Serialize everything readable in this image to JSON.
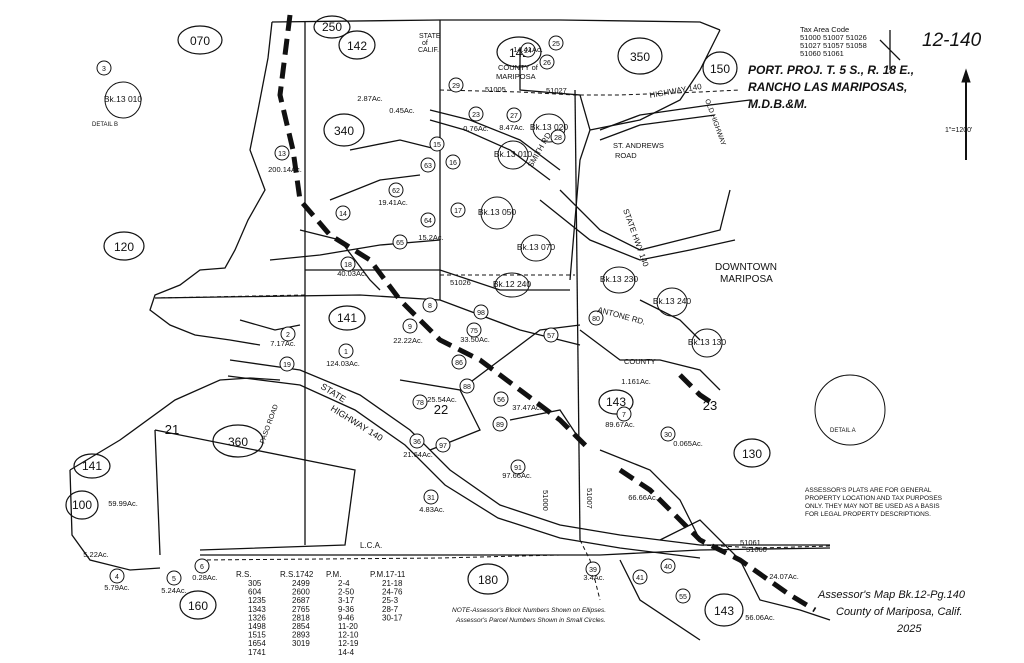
{
  "header": {
    "map_number": "12-140",
    "tax_area_code_label": "Tax Area Code",
    "tax_area_codes": [
      "51000  51007  51026",
      "51027  51057  51058",
      "51060  51061"
    ],
    "title_lines": [
      "PORT. PROJ. T. 5 S., R. 18 E.,",
      "RANCHO LAS MARIPOSAS,",
      "M.D.B.&M."
    ]
  },
  "places": {
    "downtown": [
      "DOWNTOWN",
      "MARIPOSA"
    ],
    "state_route": [
      "STATE",
      "HIGHWAY 140"
    ],
    "state_hwy_label": "STATE HWY 140",
    "hwy140_ne": "HIGHWAY 140",
    "old_hwy": "OLD HIGHWAY",
    "st_andrews": [
      "ST. ANDREWS",
      "ROAD"
    ],
    "smith_rd": "SMITH RD.",
    "antone_rd": "ANTONE RD.",
    "county_mariposa": [
      "COUNTY of",
      "MARIPOSA"
    ],
    "state_calif": [
      "STATE",
      "of",
      "CALIF."
    ],
    "county": "COUNTY",
    "lca": "L.C.A.",
    "paso_road": "PASO ROAD"
  },
  "blocks": [
    "070",
    "250",
    "142",
    "142",
    "350",
    "150",
    "340",
    "120",
    "141",
    "360",
    "141",
    "100",
    "160",
    "180",
    "143",
    "130",
    "143",
    "22",
    "23",
    "21"
  ],
  "block_refs": [
    "Bk.13 010",
    "Bk.13 020",
    "Bk.13 010",
    "Bk.13 050",
    "Bk.13 070",
    "Bk.12 240",
    "Bk.13 230",
    "Bk.13 240",
    "Bk.13 130"
  ],
  "parcels": [
    "1",
    "2",
    "3",
    "4",
    "5",
    "6",
    "7",
    "8",
    "9",
    "13",
    "14",
    "15",
    "16",
    "17",
    "18",
    "19",
    "23",
    "24",
    "25",
    "26",
    "27",
    "28",
    "29",
    "30",
    "31",
    "36",
    "39",
    "40",
    "41",
    "55",
    "56",
    "57",
    "62",
    "63",
    "64",
    "65",
    "75",
    "78",
    "80",
    "86",
    "88",
    "89",
    "91",
    "97",
    "98"
  ],
  "acreages": [
    "124.03Ac.",
    "200.14Ac.",
    "40.03Ac.",
    "33.50Ac.",
    "37.47Ac.",
    "25.54Ac.",
    "22.22Ac.",
    "7.17Ac.",
    "21.64Ac.",
    "97.66Ac.",
    "66.66Ac.",
    "89.67Ac.",
    "56.06Ac.",
    "24.07Ac.",
    "1.161Ac.",
    "3.4Ac.",
    "4.83Ac.",
    "5.22Ac.",
    "5.79Ac.",
    "5.24Ac.",
    "0.28Ac.",
    "59.99Ac.",
    "0.065Ac.",
    "19.41Ac.",
    "14.41Ac.",
    "15.2Ac.",
    "8.47Ac.",
    "0.76Ac.",
    "0.45Ac.",
    "2.87Ac."
  ],
  "tax_codes": [
    "51000",
    "51007",
    "51026",
    "51027",
    "51060",
    "51061",
    "51005"
  ],
  "references": {
    "rs_label": "R.S.",
    "rs_1": [
      "305",
      "604",
      "1235",
      "1343",
      "1326",
      "1498",
      "1515",
      "1654",
      "1741"
    ],
    "rs_2_label": "R.S.1742",
    "rs_2": [
      "2499",
      "2600",
      "2687",
      "2765",
      "2818",
      "2854",
      "2893",
      "3019"
    ],
    "pm_label": "P.M.",
    "pm_1": [
      "2-4",
      "2-50",
      "3-17",
      "9-36",
      "9-46",
      "11-20",
      "12-10",
      "12-19",
      "14-4"
    ],
    "pm_2_label": "P.M.17-11",
    "pm_2": [
      "21-18",
      "24-76",
      "25-3",
      "28-7",
      "30-17"
    ]
  },
  "notes": {
    "block_note": "NOTE-Assessor's Block Numbers Shown on Ellipses.",
    "parcel_note": "Assessor's Parcel Numbers Shown in Small Circles.",
    "disclaimer": [
      "ASSESSOR'S PLATS ARE FOR GENERAL",
      "PROPERTY LOCATION AND TAX PURPOSES",
      "ONLY. THEY MAY NOT BE USED AS A BASIS",
      "FOR LEGAL PROPERTY DESCRIPTIONS."
    ],
    "detail_a": "DETAIL A",
    "detail_b": "DETAIL B"
  },
  "footer": {
    "line1": "Assessor's Map Bk.12-Pg.140",
    "line2": "County of Mariposa, Calif.",
    "year": "2025"
  },
  "scale_note": "1\"=1200'"
}
